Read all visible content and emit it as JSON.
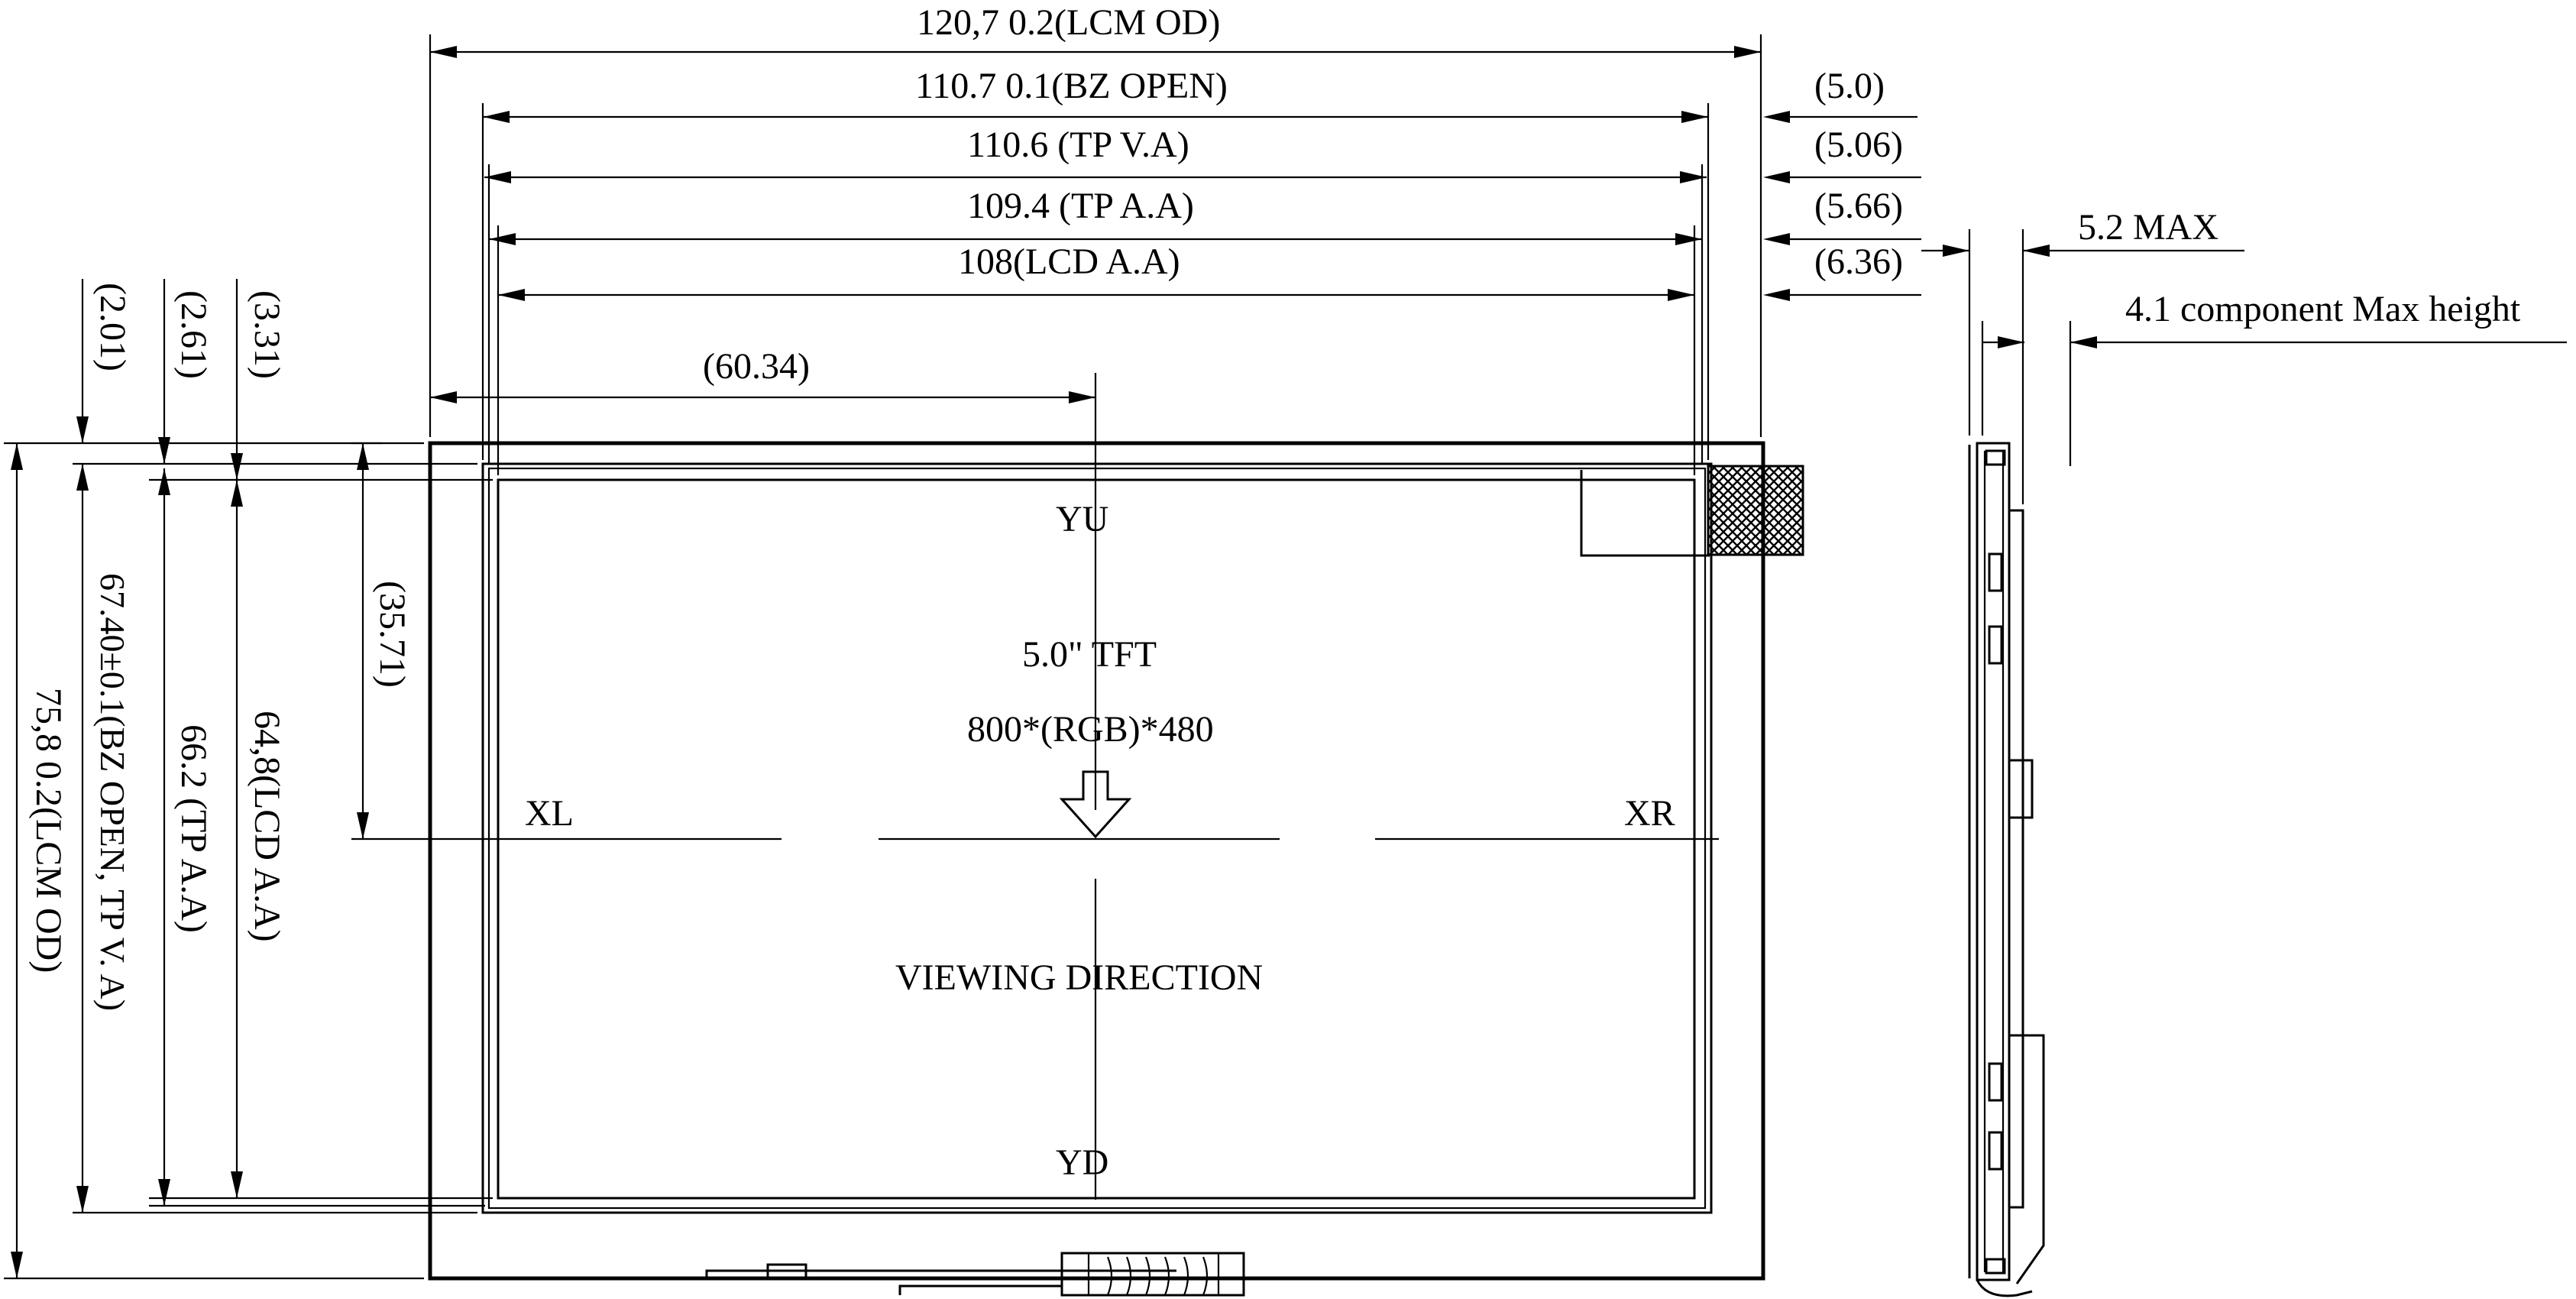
{
  "top_dims": {
    "lcm_od": "120,7  0.2(LCM OD)",
    "bz_open": "110.7  0.1(BZ OPEN)",
    "tp_va": "110.6 (TP V.A)",
    "tp_aa": "109.4 (TP A.A)",
    "lcd_aa": "108(LCD A.A)",
    "center_x": "(60.34)"
  },
  "right_offsets": {
    "o1": "(5.0)",
    "o2": "(5.06)",
    "o3": "(5.66)",
    "o4": "(6.36)"
  },
  "left_offsets": {
    "l1": "(2.01)",
    "l2": "(2.61)",
    "l3": "(3.31)"
  },
  "left_dims": {
    "lcm_od": "75,8  0.2(LCM OD)",
    "bz_open": "67.40±0.1(BZ  OPEN, TP    V. A)",
    "tp_aa": "66.2 (TP A.A)",
    "lcd_aa": "64,8(LCD A.A)",
    "center_y": "(35.71)"
  },
  "panel": {
    "yu": "YU",
    "yd": "YD",
    "xl": "XL",
    "xr": "XR",
    "size": "5.0\" TFT",
    "resolution": "800*(RGB)*480",
    "viewing": "VIEWING DIRECTION"
  },
  "side_view": {
    "max_thickness": "5.2 MAX",
    "component_height": "4.1 component Max height"
  }
}
